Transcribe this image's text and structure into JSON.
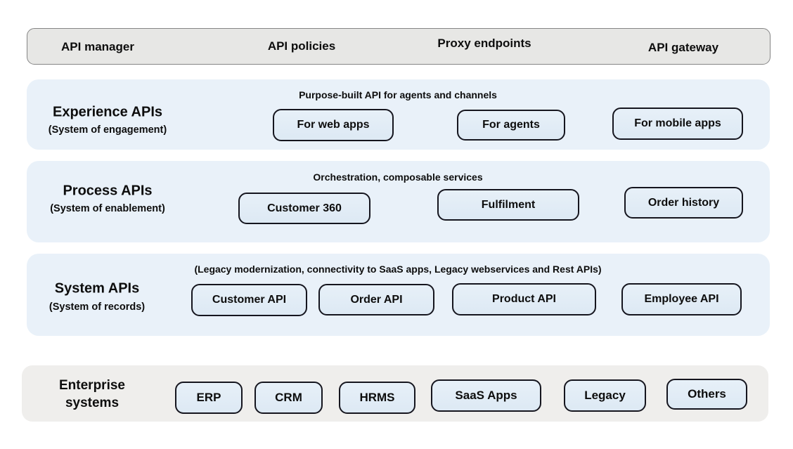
{
  "colors": {
    "page_bg": "#ffffff",
    "topbar_bg": "#e7e7e5",
    "topbar_border": "#858585",
    "layer_bg": "#e9f1f9",
    "enterprise_bg": "#efeeec",
    "chip_bg": "#dde9f4",
    "chip_border": "#15151e",
    "text": "#0d0d0d"
  },
  "topbar": {
    "items": [
      {
        "label": "API manager"
      },
      {
        "label": "API policies"
      },
      {
        "label": "Proxy endpoints"
      },
      {
        "label": "API gateway"
      }
    ]
  },
  "layers": [
    {
      "title": "Experience APIs",
      "subtitle": "(System of engagement)",
      "caption": "Purpose-built API for agents and channels",
      "boxes": [
        "For web apps",
        "For agents",
        "For mobile apps"
      ]
    },
    {
      "title": "Process APIs",
      "subtitle": "(System of enablement)",
      "caption": "Orchestration, composable services",
      "boxes": [
        "Customer 360",
        "Fulfilment",
        "Order history"
      ]
    },
    {
      "title": "System APIs",
      "subtitle": "(System of records)",
      "caption": "(Legacy modernization, connectivity to SaaS apps, Legacy webservices and Rest APIs)",
      "boxes": [
        "Customer API",
        "Order API",
        "Product API",
        "Employee API"
      ]
    }
  ],
  "enterprise": {
    "title": "Enterprise\nsystems",
    "boxes": [
      "ERP",
      "CRM",
      "HRMS",
      "SaaS Apps",
      "Legacy",
      "Others"
    ]
  }
}
